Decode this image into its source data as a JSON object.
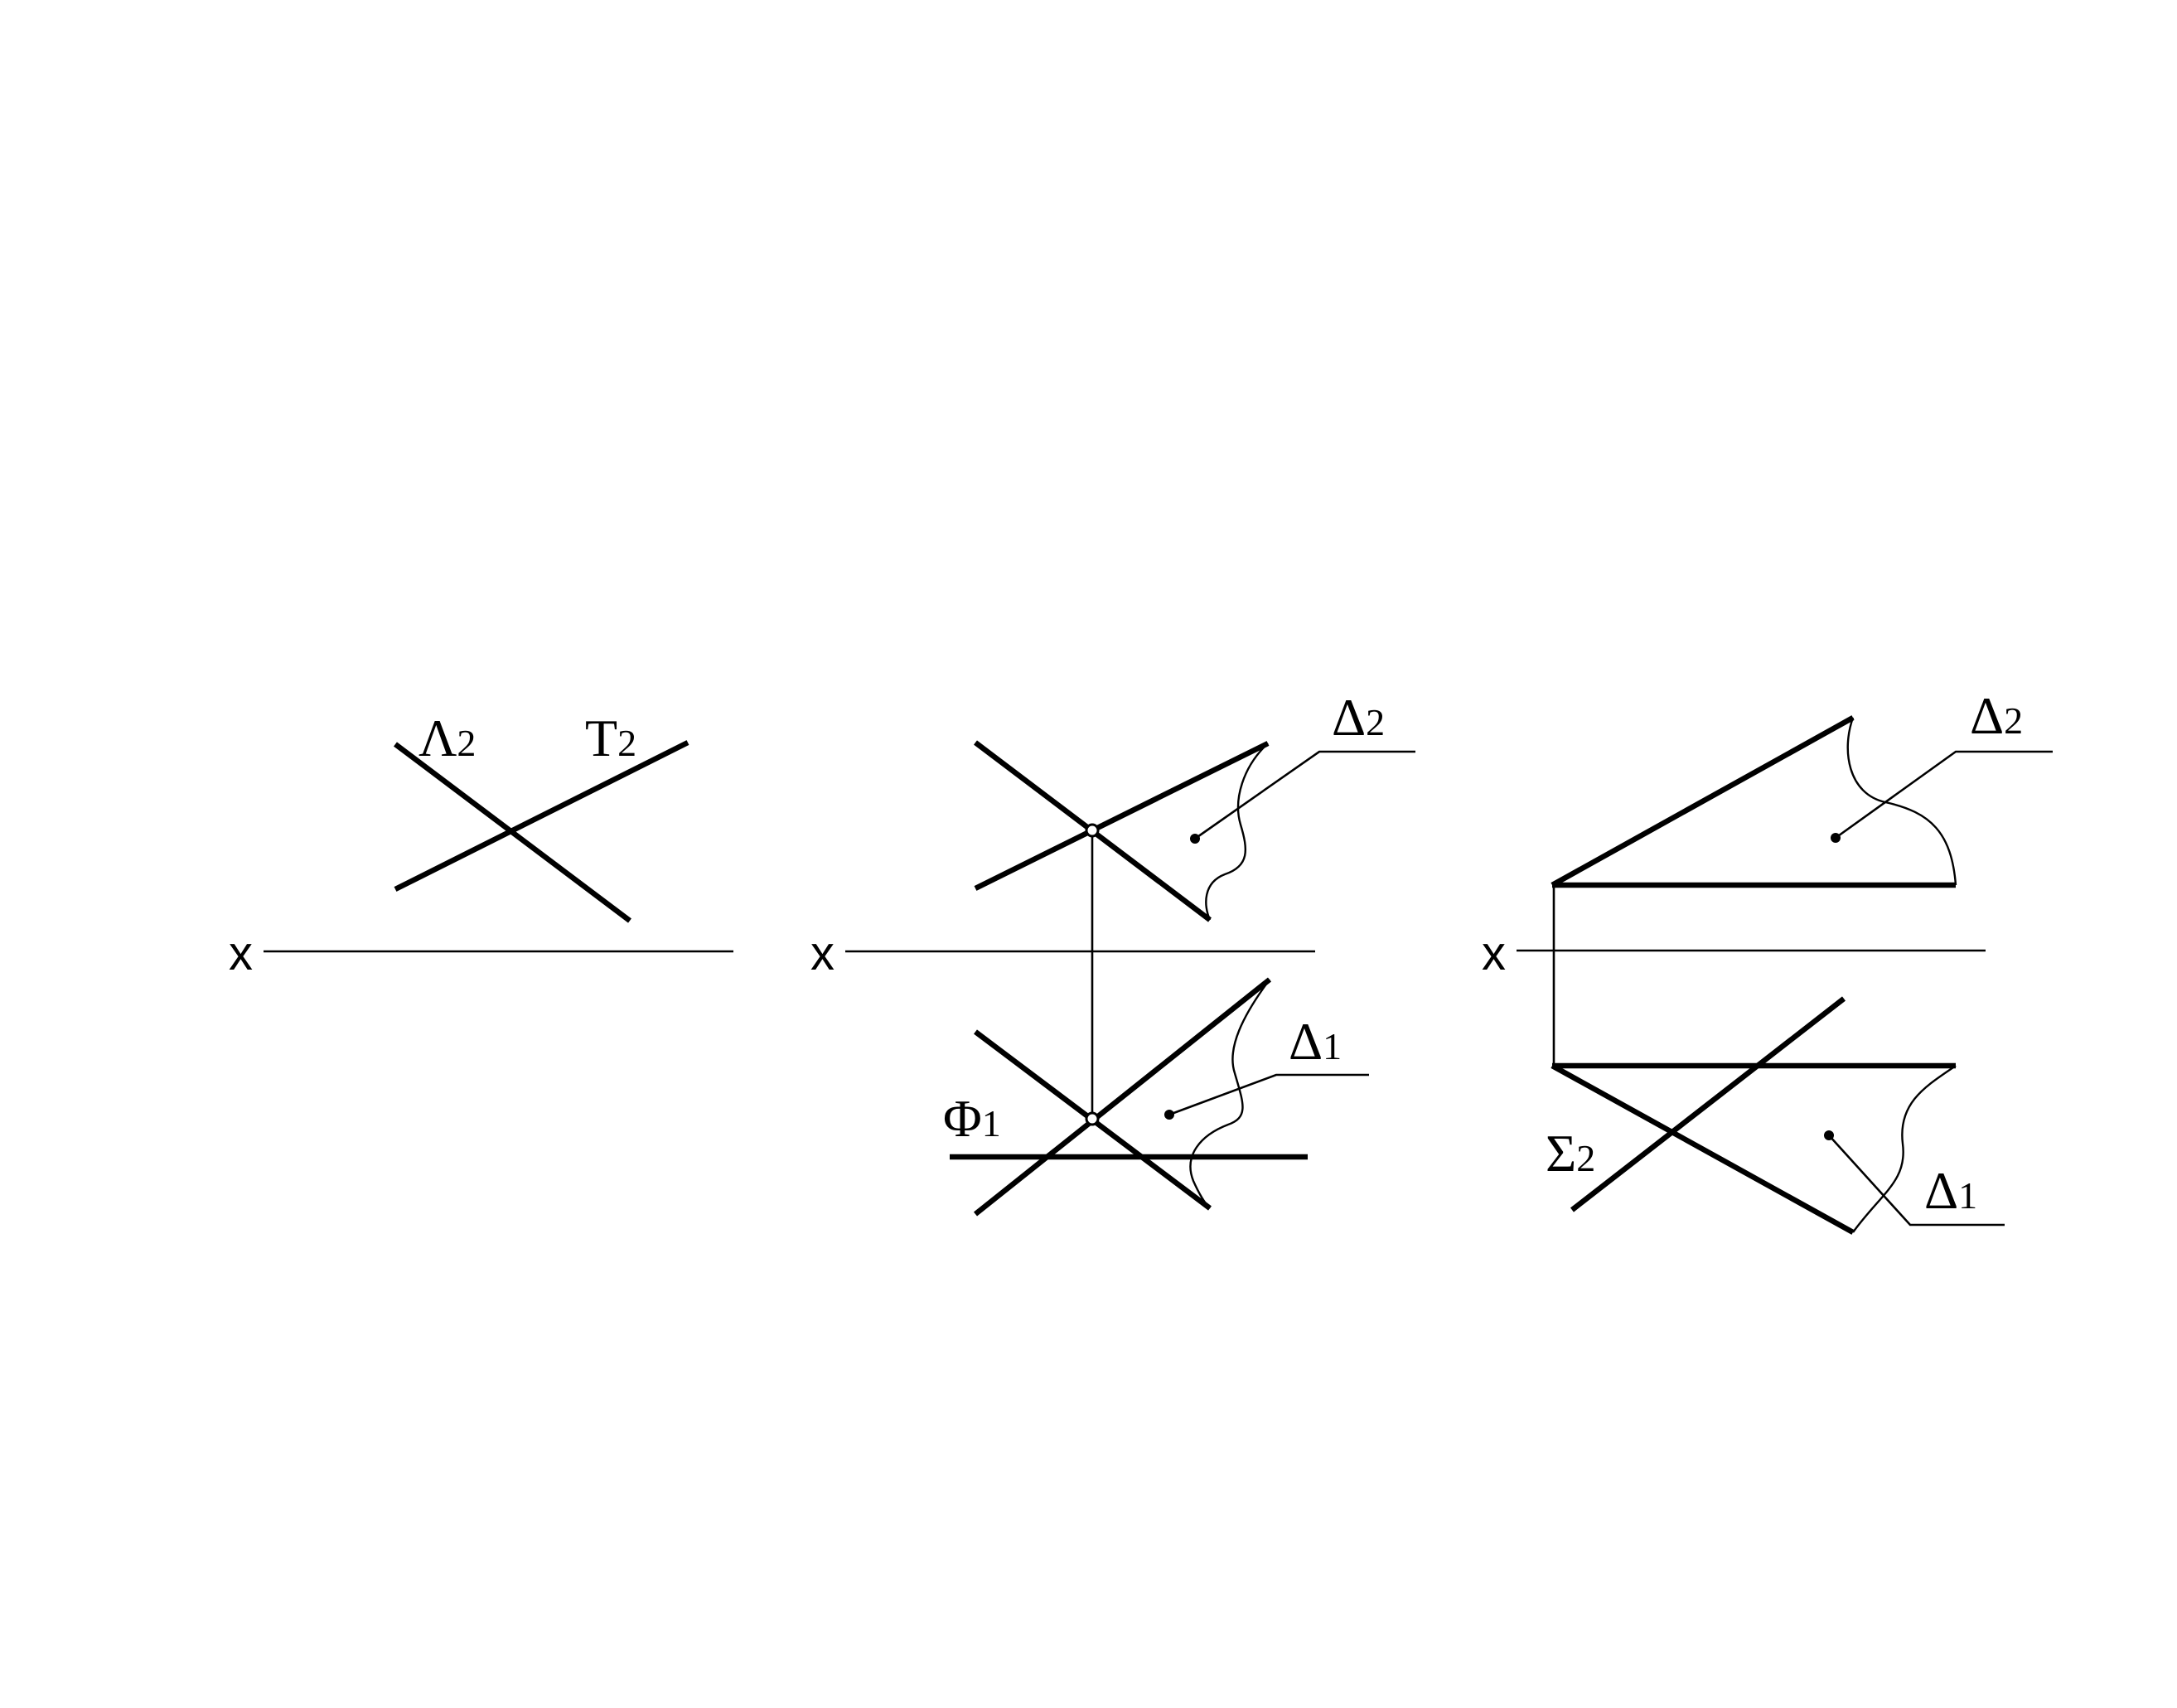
{
  "figure1": {
    "axis_label": "x",
    "line_a": {
      "letter": "Λ",
      "index": "2"
    },
    "line_b": {
      "letter": "T",
      "index": "2"
    }
  },
  "figure2": {
    "axis_label": "x",
    "plane_front": {
      "letter": "Δ",
      "index": "2"
    },
    "plane_top": {
      "letter": "Δ",
      "index": "1"
    },
    "plane_level": {
      "letter": "Φ",
      "index": "1"
    }
  },
  "figure3": {
    "axis_label": "x",
    "plane_front": {
      "letter": "Δ",
      "index": "2"
    },
    "plane_top": {
      "letter": "Δ",
      "index": "1"
    },
    "plane_section": {
      "letter": "Σ",
      "index": "2"
    }
  }
}
